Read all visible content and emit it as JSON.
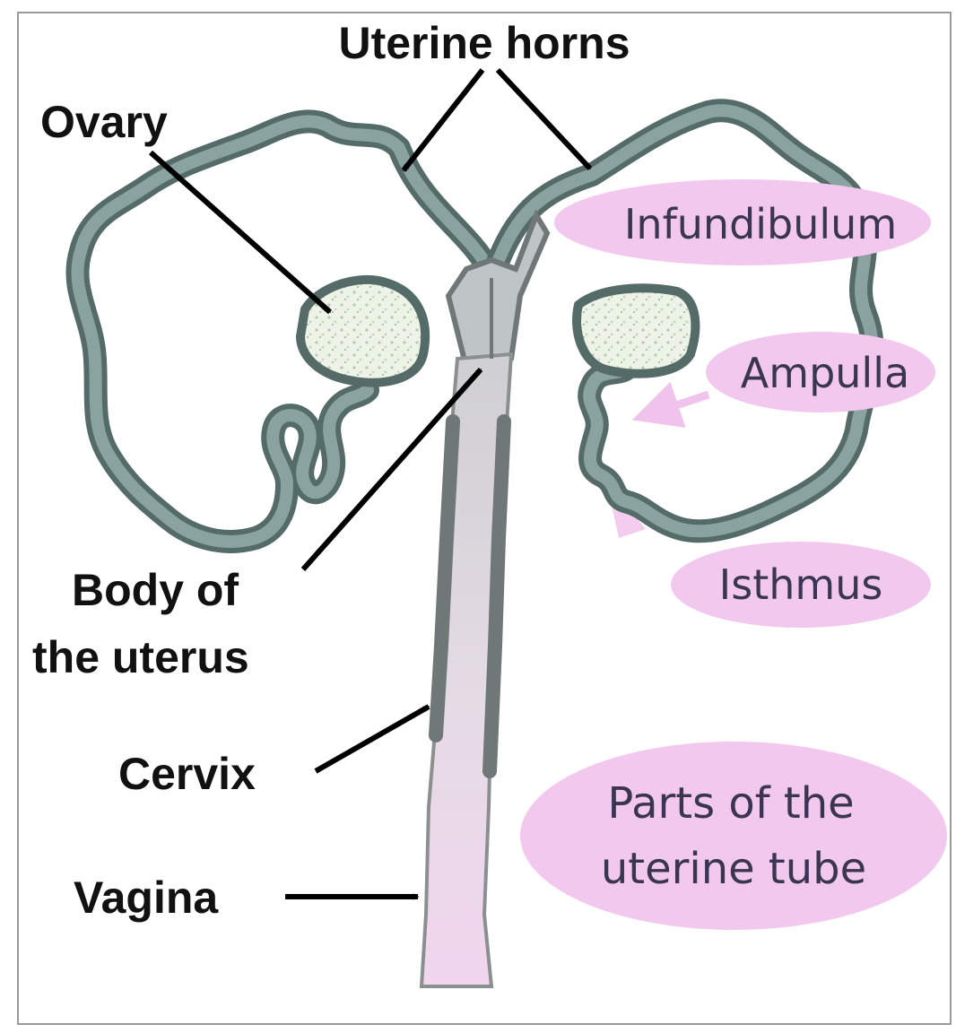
{
  "labels": {
    "uterine_horns": "Uterine horns",
    "ovary": "Ovary",
    "body_line1": "Body of",
    "body_line2": "the uterus",
    "cervix": "Cervix",
    "vagina": "Vagina"
  },
  "tube_parts": {
    "infundibulum": "Infundibulum",
    "ampulla": "Ampulla",
    "isthmus": "Isthmus",
    "legend_line1": "Parts of the",
    "legend_line2": "uterine tube"
  },
  "colors": {
    "tube_fill": "#7f9996",
    "tube_stroke": "#556b68",
    "uterus_fill": "#bfc4c4",
    "uterus_dark": "#6f7777",
    "vagina_pink": "#ecd2e7",
    "label_pink": "#f2c8ee",
    "ovary_fill": "#e7efe0"
  }
}
